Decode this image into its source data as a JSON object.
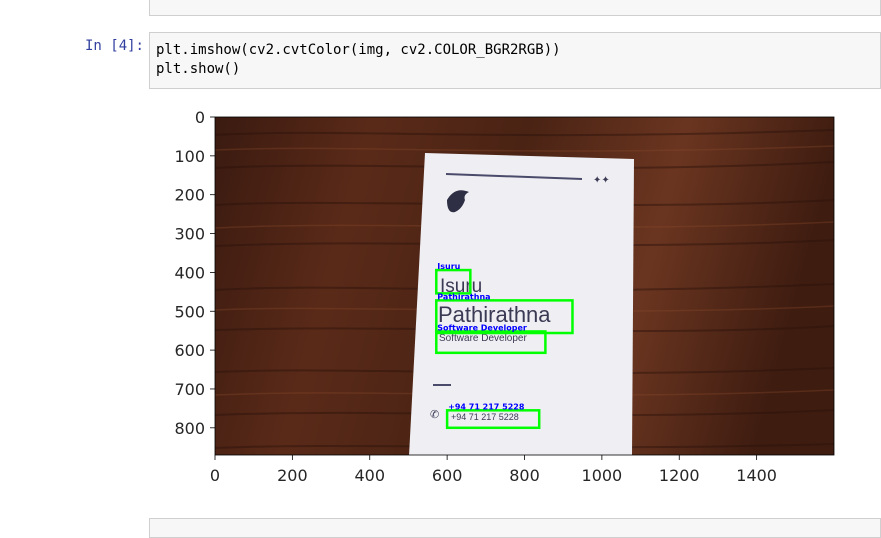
{
  "cell": {
    "prompt": "In [4]:",
    "code_lines": [
      "plt.imshow(cv2.cvtColor(img, cv2.COLOR_BGR2RGB))",
      "plt.show()"
    ]
  },
  "chart_data": {
    "type": "image",
    "xlim": [
      0,
      1600
    ],
    "ylim": [
      870,
      0
    ],
    "x_ticks": [
      "0",
      "200",
      "400",
      "600",
      "800",
      "1000",
      "1200",
      "1400"
    ],
    "y_ticks": [
      "0",
      "100",
      "200",
      "300",
      "400",
      "500",
      "600",
      "700",
      "800"
    ],
    "detections": [
      {
        "label": "Isuru",
        "x": 572,
        "y": 394,
        "w": 88,
        "h": 60,
        "text": "Isuru"
      },
      {
        "label": "Pathirathna",
        "x": 572,
        "y": 472,
        "w": 352,
        "h": 84,
        "text": "Pathirathna"
      },
      {
        "label": "Software Developer",
        "x": 572,
        "y": 552,
        "w": 282,
        "h": 55,
        "text": "Software Developer"
      },
      {
        "label": "+94 71 217 5228",
        "x": 600,
        "y": 755,
        "w": 238,
        "h": 45,
        "text": "+94 71 217 5228"
      }
    ],
    "colors": {
      "box": "#00ff00",
      "label": "#0000ff"
    }
  }
}
